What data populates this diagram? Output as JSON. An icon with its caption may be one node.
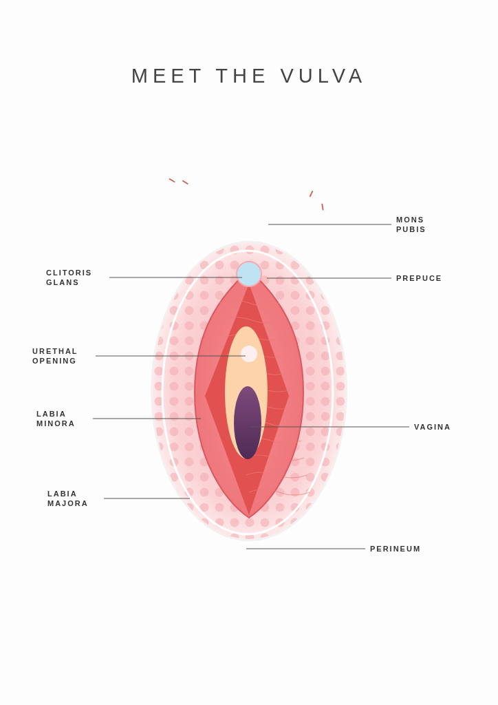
{
  "diagram": {
    "title": "MEET THE VULVA",
    "nodes": [
      {
        "text": [
          "MONS PUBIS"
        ]
      },
      {
        "text": [
          "CLITORIS GLANS"
        ]
      },
      {
        "text": [
          "PREPUCE"
        ]
      },
      {
        "text": [
          "URETHAL OPENING"
        ]
      },
      {
        "text": [
          "LABIA MINORA"
        ]
      },
      {
        "text": [
          "VAGINA"
        ]
      },
      {
        "text": [
          "LABIA MAJORA"
        ]
      },
      {
        "text": [
          "PERINEUM"
        ]
      }
    ],
    "edges": [
      {
        "from": 0,
        "to": null,
        "arrow": "none"
      },
      {
        "from": 1,
        "to": null,
        "arrow": "none"
      },
      {
        "from": 2,
        "to": null,
        "arrow": "none"
      },
      {
        "from": 3,
        "to": null,
        "arrow": "none"
      },
      {
        "from": 4,
        "to": null,
        "arrow": "none"
      },
      {
        "from": 5,
        "to": null,
        "arrow": "none"
      },
      {
        "from": 6,
        "to": null,
        "arrow": "none"
      },
      {
        "from": 7,
        "to": null,
        "arrow": "none"
      }
    ]
  }
}
